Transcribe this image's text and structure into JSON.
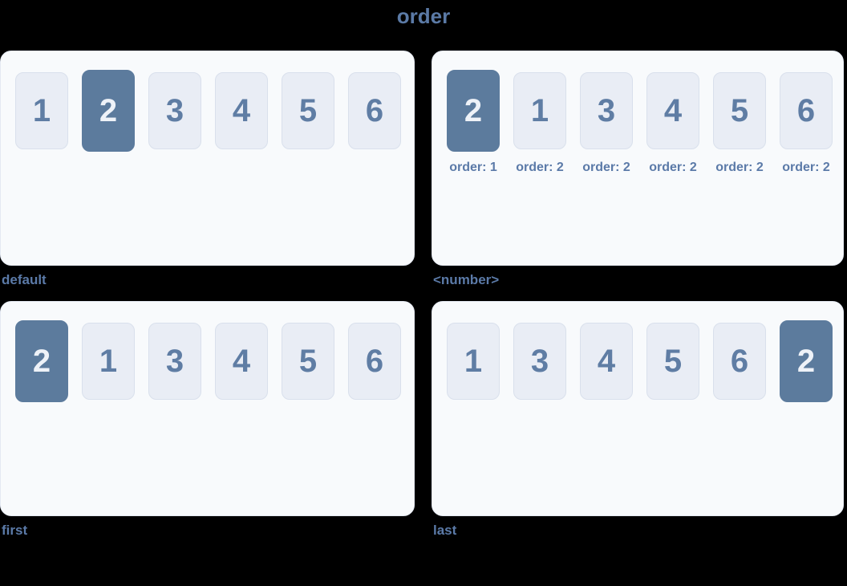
{
  "title": "order",
  "colors": {
    "background": "#000000",
    "panel_bg": "#f8fafc",
    "panel_border": "#e4e9f2",
    "item_bg": "#e9edf5",
    "item_border": "#d9e0ec",
    "item_text": "#5f7da4",
    "highlight_bg": "#5c7b9d",
    "highlight_text": "#eef2f8",
    "label_text": "#5b7aa8",
    "title_text": "#5b7aa6"
  },
  "panels": [
    {
      "label": "default",
      "items": [
        {
          "value": "1"
        },
        {
          "value": "2",
          "highlight": true
        },
        {
          "value": "3"
        },
        {
          "value": "4"
        },
        {
          "value": "5"
        },
        {
          "value": "6"
        }
      ]
    },
    {
      "label": "<number>",
      "items": [
        {
          "value": "2",
          "highlight": true,
          "sublabel": "order: 1"
        },
        {
          "value": "1",
          "sublabel": "order: 2"
        },
        {
          "value": "3",
          "sublabel": "order: 2"
        },
        {
          "value": "4",
          "sublabel": "order: 2"
        },
        {
          "value": "5",
          "sublabel": "order: 2"
        },
        {
          "value": "6",
          "sublabel": "order: 2"
        }
      ]
    },
    {
      "label": "first",
      "items": [
        {
          "value": "2",
          "highlight": true
        },
        {
          "value": "1"
        },
        {
          "value": "3"
        },
        {
          "value": "4"
        },
        {
          "value": "5"
        },
        {
          "value": "6"
        }
      ]
    },
    {
      "label": "last",
      "items": [
        {
          "value": "1"
        },
        {
          "value": "3"
        },
        {
          "value": "4"
        },
        {
          "value": "5"
        },
        {
          "value": "6"
        },
        {
          "value": "2",
          "highlight": true
        }
      ]
    }
  ]
}
